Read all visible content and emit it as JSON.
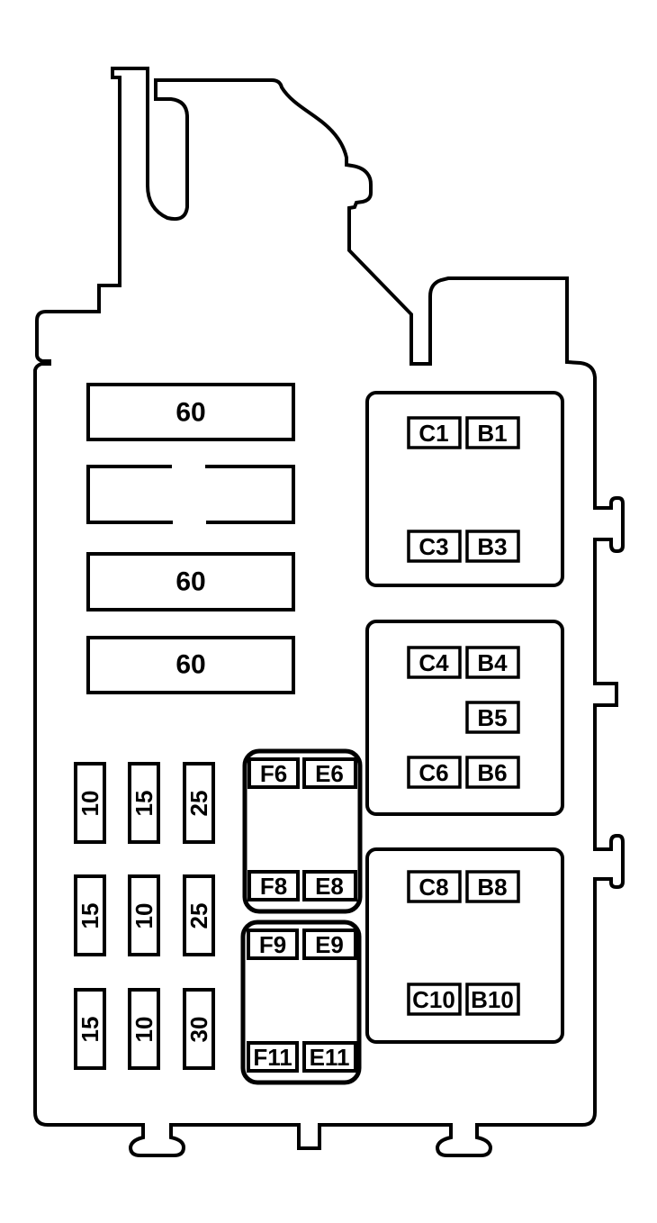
{
  "diagram": {
    "kind": "fuse-block-diagram",
    "background_color": "#ffffff",
    "line_color": "#000000"
  },
  "maxi_fuses": {
    "fuse1": "60",
    "fuse2": "",
    "fuse3": "60",
    "fuse4": "60"
  },
  "relay_blocks": {
    "block1": {
      "r1c": "C1",
      "r1b": "B1",
      "r2c": "C3",
      "r2b": "B3"
    },
    "block2": {
      "r1c": "C4",
      "r1b": "B4",
      "r2b": "B5",
      "r3c": "C6",
      "r3b": "B6"
    },
    "block3": {
      "r1c": "C8",
      "r1b": "B8",
      "r2c": "C10",
      "r2b": "B10"
    }
  },
  "fe_blocks": {
    "block1": {
      "tl": "F6",
      "tr": "E6",
      "bl": "F8",
      "br": "E8"
    },
    "block2": {
      "tl": "F9",
      "tr": "E9",
      "bl": "F11",
      "br": "E11"
    }
  },
  "mini_fuses": {
    "row1": [
      "10",
      "15",
      "25"
    ],
    "row2": [
      "15",
      "10",
      "25"
    ],
    "row3": [
      "15",
      "10",
      "30"
    ]
  }
}
